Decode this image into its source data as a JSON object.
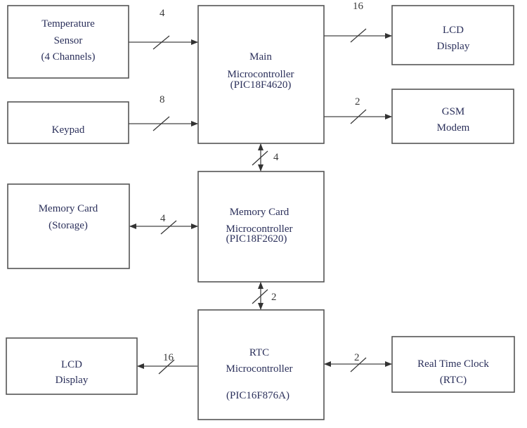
{
  "diagram": {
    "type": "block-diagram",
    "blocks": {
      "temp_sensor": [
        "Temperature",
        "Sensor",
        "(4 Channels)"
      ],
      "keypad": [
        "Keypad"
      ],
      "main_mcu": [
        "Main",
        "Microcontroller",
        "(PIC18F4620)"
      ],
      "lcd_top": [
        "LCD",
        "Display"
      ],
      "gsm": [
        "GSM",
        "Modem"
      ],
      "memory_card": [
        "Memory Card",
        "(Storage)"
      ],
      "mc_mcu": [
        "Memory Card",
        "Microcontroller",
        "(PIC18F2620)"
      ],
      "rtc_mcu": [
        "RTC",
        "Microcontroller",
        "(PIC16F876A)"
      ],
      "lcd_bottom": [
        "LCD",
        "Display"
      ],
      "rtc": [
        "Real Time Clock",
        "(RTC)"
      ]
    },
    "connections": [
      {
        "from": "Temperature Sensor",
        "to": "Main Microcontroller",
        "bus_width": "4",
        "direction": "one-way"
      },
      {
        "from": "Keypad",
        "to": "Main Microcontroller",
        "bus_width": "8",
        "direction": "one-way"
      },
      {
        "from": "Main Microcontroller",
        "to": "LCD Display",
        "bus_width": "16",
        "direction": "one-way"
      },
      {
        "from": "Main Microcontroller",
        "to": "GSM Modem",
        "bus_width": "2",
        "direction": "one-way"
      },
      {
        "from": "Main Microcontroller",
        "to": "Memory Card Microcontroller",
        "bus_width": "4",
        "direction": "bidirectional"
      },
      {
        "from": "Memory Card (Storage)",
        "to": "Memory Card Microcontroller",
        "bus_width": "4",
        "direction": "bidirectional"
      },
      {
        "from": "Memory Card Microcontroller",
        "to": "RTC Microcontroller",
        "bus_width": "2",
        "direction": "bidirectional"
      },
      {
        "from": "RTC Microcontroller",
        "to": "LCD Display",
        "bus_width": "16",
        "direction": "one-way"
      },
      {
        "from": "RTC Microcontroller",
        "to": "Real Time Clock (RTC)",
        "bus_width": "2",
        "direction": "bidirectional"
      }
    ]
  }
}
